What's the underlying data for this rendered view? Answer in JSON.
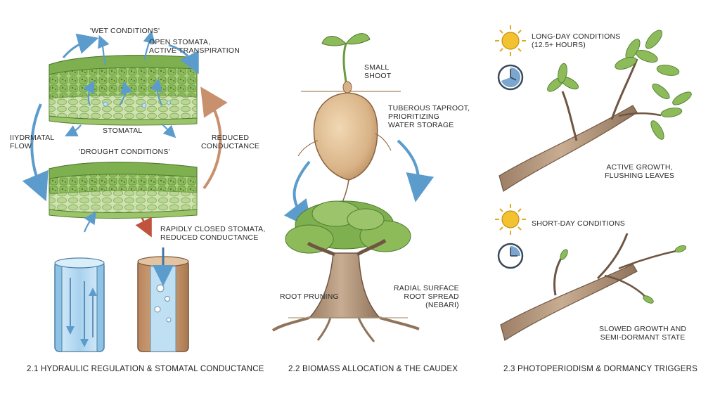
{
  "panel1": {
    "wet_title": "'WET CONDITIONS'",
    "open_stomata": [
      "OPEN STOMATA,",
      "ACTIVE TRANSPIRATION"
    ],
    "stomatal": "STOMATAL",
    "hydraulic_flow": [
      "IIYDRMATAL",
      "FLOW"
    ],
    "reduced_conductance": [
      "REDUCED",
      "CONDUCTANCE"
    ],
    "drought_title": "'DROUGHT CONDITIONS'",
    "closed_stomata": [
      "RAPIDLY CLOSED STOMATA,",
      "REDUCED CONDUCTANCE"
    ],
    "caption": "2.1 HYDRAULIC REGULATION & STOMATAL CONDUCTANCE"
  },
  "panel2": {
    "small_shoot": [
      "SMALL",
      "SHOOT"
    ],
    "taproot": [
      "TUBEROUS TAPROOT,",
      "PRIORITIZING",
      "WATER STORAGE"
    ],
    "root_pruning": "ROOT PRUNING",
    "radial_spread": [
      "RADIAL SURFACE",
      "ROOT SPREAD",
      "(NEBARI)"
    ],
    "caption": "2.2 BIOMASS ALLOCATION & THE CAUDEX"
  },
  "panel3": {
    "long_day": [
      "LONG-DAY CONDITIONS",
      "(12.5+ HOURS)"
    ],
    "active_growth": [
      "ACTIVE GROWTH,",
      "FLUSHING LEAVES"
    ],
    "short_day": "SHORT-DAY CONDITIONS",
    "slowed_growth": [
      "SLOWED GROWTH AND",
      "SEMI-DORMANT STATE"
    ],
    "caption": "2.3 PHOTOPERIODISM & DORMANCY TRIGGERS"
  },
  "colors": {
    "leaf_green": "#8dbb5a",
    "leaf_dark": "#5e8f3a",
    "water_blue": "#8fc3e6",
    "arrow_blue": "#5b9ccc",
    "arrow_brown": "#c9906e",
    "arrow_red": "#c0533e",
    "root_tan": "#c8a37a",
    "bark": "#b89a80",
    "sun": "#f2c230",
    "clock_blue": "#7aa6cf"
  },
  "icons": [
    "sun-icon",
    "clock-icon"
  ]
}
